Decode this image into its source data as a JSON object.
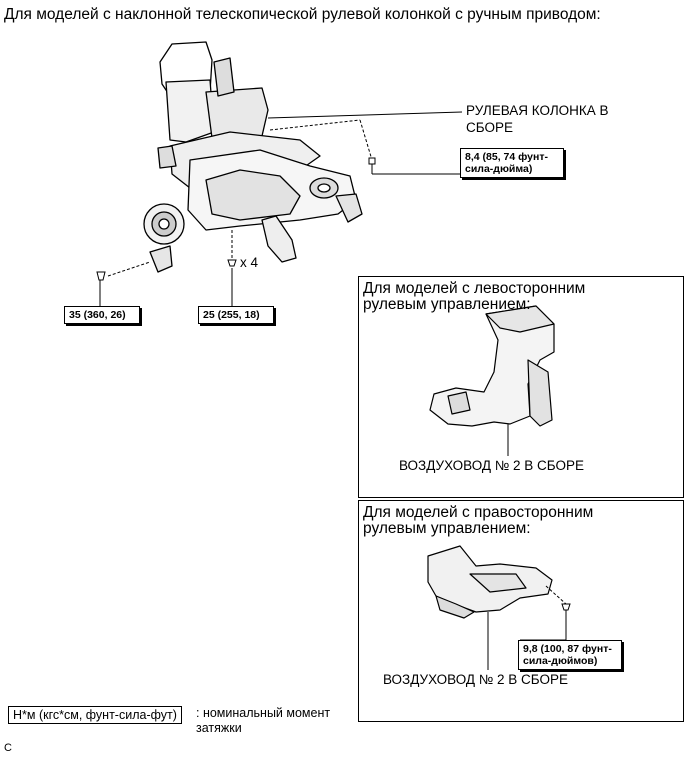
{
  "title": "Для моделей с наклонной телескопической рулевой колонкой с ручным приводом:",
  "steering_column": {
    "label_line1": "РУЛЕВАЯ КОЛОНКА В",
    "label_line2": "СБОРЕ",
    "bolt_count": "x 4",
    "torque_top_line1": "8,4 (85, 74 фунт-",
    "torque_top_line2": "сила-дюйма)",
    "torque_left": "35 (360, 26)",
    "torque_center": "25 (255, 18)"
  },
  "lhd_panel": {
    "heading_line1": "Для моделей с левосторонним",
    "heading_line2": "рулевым управлением:",
    "part_label": "ВОЗДУХОВОД № 2 В СБОРЕ"
  },
  "rhd_panel": {
    "heading_line1": "Для моделей с правосторонним",
    "heading_line2": "рулевым управлением:",
    "part_label": "ВОЗДУХОВОД № 2 В СБОРЕ",
    "torque_line1": "9,8 (100, 87 фунт-",
    "torque_line2": "сила-дюймов)"
  },
  "legend": {
    "box_text": "Н*м (кгс*см, фунт-сила-фут)",
    "desc_line1": ": номинальный момент",
    "desc_line2": "затяжки"
  },
  "footer_code": "C"
}
